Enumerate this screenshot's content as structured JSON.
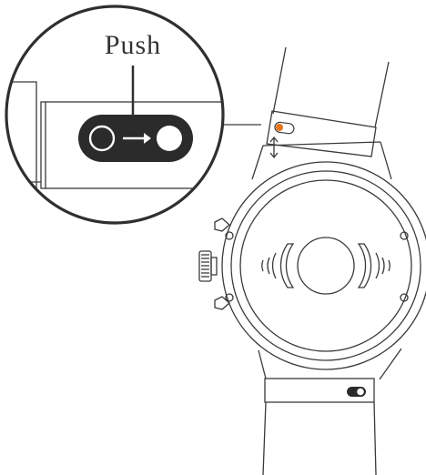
{
  "callout": {
    "label": "Push"
  },
  "colors": {
    "line": "#3a3a3a",
    "pill": "#2b2b2b",
    "accent_orange": "#e8731a",
    "background": "#ffffff"
  },
  "icons": {
    "push_action": "circle-arrow-circle-toggle",
    "gap_indicator": "double-headed-vertical-arrow",
    "crown": "ridged-crown",
    "sensor": "heart-rate-sensor-waves"
  },
  "pins": {
    "top_band_pin_state": "unlocked",
    "bottom_band_pin_state": "locked"
  }
}
